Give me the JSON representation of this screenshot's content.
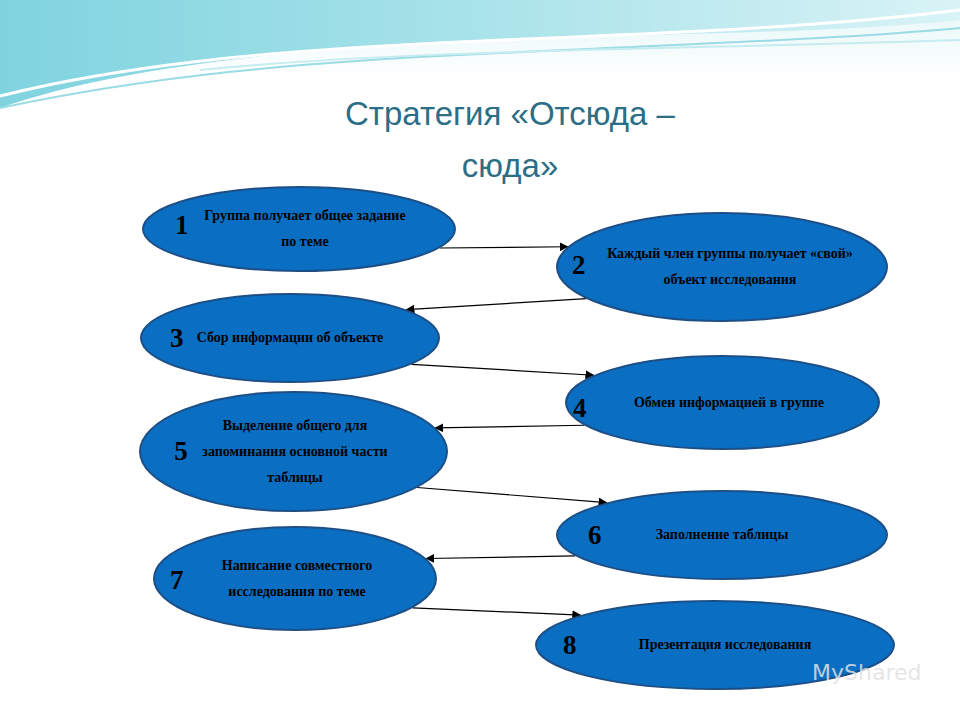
{
  "diagram": {
    "title": "Стратегия «Отсюда – сюда»",
    "nodes": [
      {
        "text": [
          "1",
          "Группа получает общее задание по теме"
        ]
      },
      {
        "text": [
          "2",
          "Каждый член группы получает «свой» объект исследования"
        ]
      },
      {
        "text": [
          "3",
          "Сбор информации об объекте"
        ]
      },
      {
        "text": [
          "4",
          "Обмен информацией в группе"
        ]
      },
      {
        "text": [
          "5",
          "Выделение общего для запоминания основной части таблицы"
        ]
      },
      {
        "text": [
          "6",
          "Заполнение таблицы"
        ]
      },
      {
        "text": [
          "7",
          "Написание совместного исследования по теме"
        ]
      },
      {
        "text": [
          "8",
          "Презентация исследования"
        ]
      }
    ],
    "edges": [
      {
        "from": 0,
        "to": 1,
        "arrow": "to"
      },
      {
        "from": 1,
        "to": 2,
        "arrow": "to"
      },
      {
        "from": 2,
        "to": 3,
        "arrow": "to"
      },
      {
        "from": 3,
        "to": 4,
        "arrow": "to"
      },
      {
        "from": 4,
        "to": 5,
        "arrow": "to"
      },
      {
        "from": 5,
        "to": 6,
        "arrow": "to"
      },
      {
        "from": 6,
        "to": 7,
        "arrow": "to"
      }
    ],
    "labels": [
      "MyShared"
    ]
  }
}
